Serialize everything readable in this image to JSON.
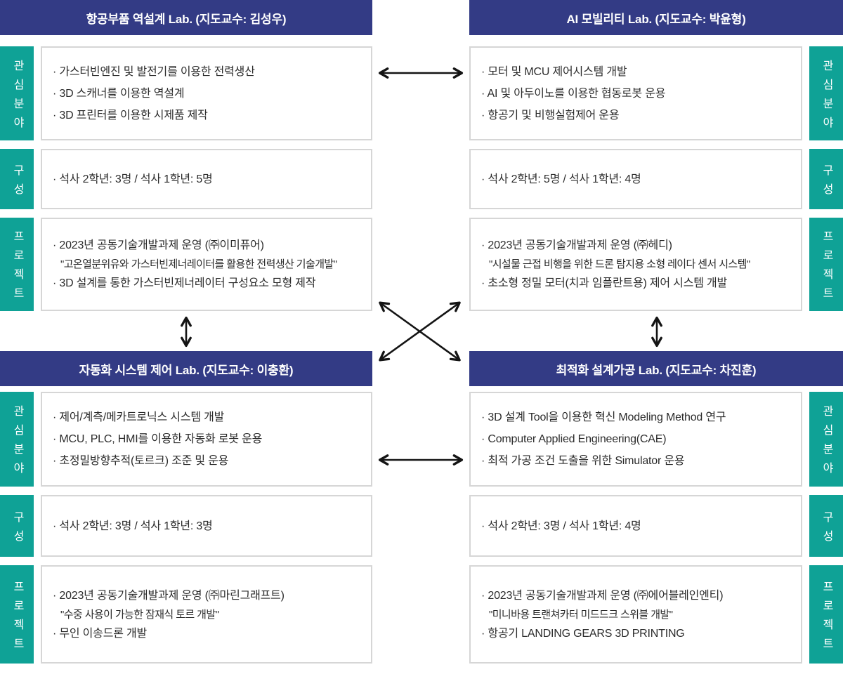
{
  "colors": {
    "header_bg": "#333B85",
    "label_bg": "#0FA296",
    "box_border": "#D6D6D6",
    "text": "#2B2B2B",
    "arrow": "#141414"
  },
  "section_labels": {
    "interests": "관심분야",
    "composition": "구성",
    "projects": "프로젝트"
  },
  "labs": [
    {
      "title": "항공부품 역설계 Lab. (지도교수: 김성우)",
      "interests": [
        "· 가스터빈엔진 및 발전기를 이용한 전력생산",
        "· 3D 스캐너를 이용한 역설계",
        "· 3D 프린터를 이용한 시제품 제작"
      ],
      "composition": "· 석사 2학년: 3명 / 석사 1학년: 5명",
      "projects": [
        "· 2023년 공동기술개발과제 운영 (㈜이미퓨어)",
        "\"고온열분위유와 가스터빈제너레이터를 활용한 전력생산 기술개발\"",
        "· 3D 설계를 통한 가스터빈제너레이터 구성요소 모형 제작"
      ]
    },
    {
      "title": "AI 모빌리티 Lab. (지도교수: 박윤형)",
      "interests": [
        "· 모터 및 MCU 제어시스템 개발",
        "· AI 및 아두이노를 이용한 협동로봇 운용",
        "· 항공기 및 비행실험제어 운용"
      ],
      "composition": "· 석사 2학년: 5명 / 석사 1학년: 4명",
      "projects": [
        "· 2023년 공동기술개발과제 운영 (㈜헤디)",
        "\"시설물 근접 비행을 위한 드론 탐지용 소형 레이다 센서 시스템\"",
        "· 초소형 정밀 모터(치과 임플란트용) 제어 시스템 개발"
      ]
    },
    {
      "title": "자동화 시스템 제어 Lab. (지도교수: 이충환)",
      "interests": [
        "· 제어/계측/메카트로닉스 시스템 개발",
        "· MCU, PLC, HMI를 이용한 자동화 로봇 운용",
        "· 초정밀방향추적(토르크) 조준 및 운용"
      ],
      "composition": "· 석사 2학년: 3명 / 석사 1학년: 3명",
      "projects": [
        "· 2023년 공동기술개발과제 운영 (㈜마린그래프트)",
        "\"수중 사용이 가능한 잠재식 토르 개발\"",
        "· 무인 이송드론 개발"
      ]
    },
    {
      "title": "최적화 설계가공 Lab. (지도교수: 차진훈)",
      "interests": [
        "· 3D 설계 Tool을 이용한 혁신 Modeling Method 연구",
        "· Computer Applied Engineering(CAE)",
        "· 최적 가공 조건 도출을 위한 Simulator 운용"
      ],
      "composition": "· 석사 2학년: 3명 / 석사 1학년: 4명",
      "projects": [
        "· 2023년 공동기술개발과제 운영 (㈜에어블레인엔티)",
        "\"미니바용 트랜쳐카터 미드드크 스위블 개발\"",
        "· 항공기 LANDING GEARS 3D PRINTING"
      ]
    }
  ]
}
